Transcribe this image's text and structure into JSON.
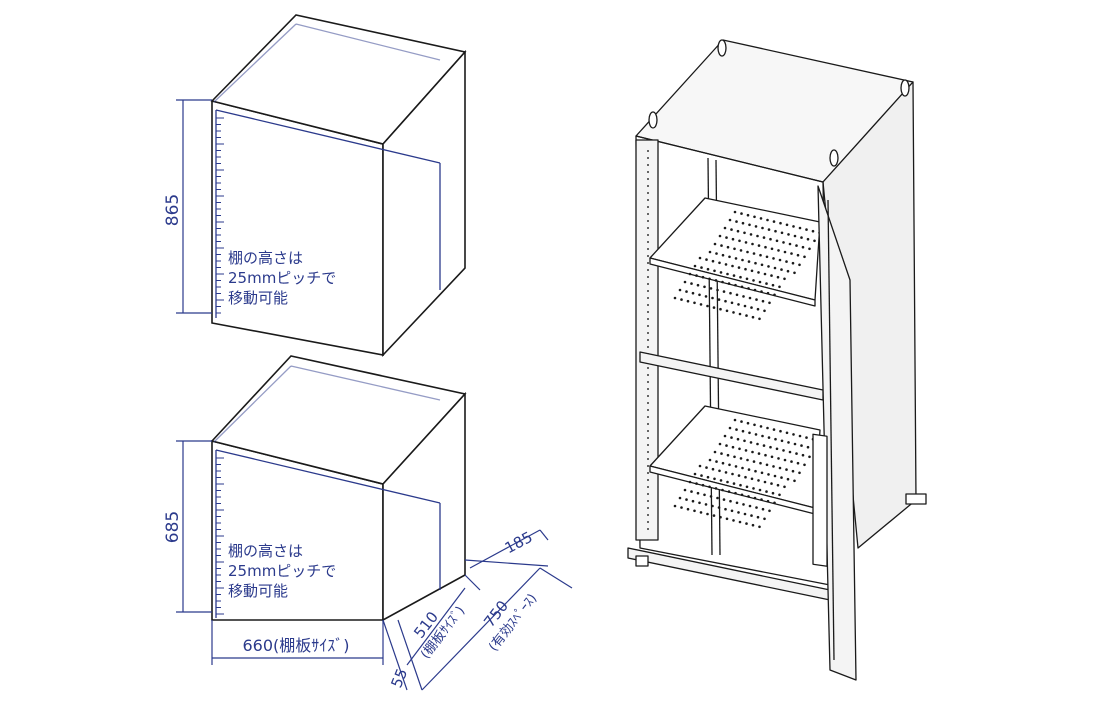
{
  "upper_space": {
    "height": "865",
    "note_lines": [
      "棚の高さは",
      "25mmピッチで",
      "移動可能"
    ]
  },
  "lower_space": {
    "height": "685",
    "note_lines": [
      "棚の高さは",
      "25mmピッチで",
      "移動可能"
    ]
  },
  "dimensions": {
    "width": "660(棚板ｻｲｽﾞ)",
    "offset": "55",
    "depth_number": "510",
    "depth_note": "(棚板ｻｲｽﾞ)",
    "effective_number": "750",
    "effective_note": "(有効ｽﾍﾟｰｽ)",
    "rear_gap": "185"
  },
  "colors": {
    "line": "#1a1a1a",
    "dimension": "#2b3a8c",
    "rack_fill": "#f4f4f4",
    "shelf_fill": "#ffffff"
  }
}
